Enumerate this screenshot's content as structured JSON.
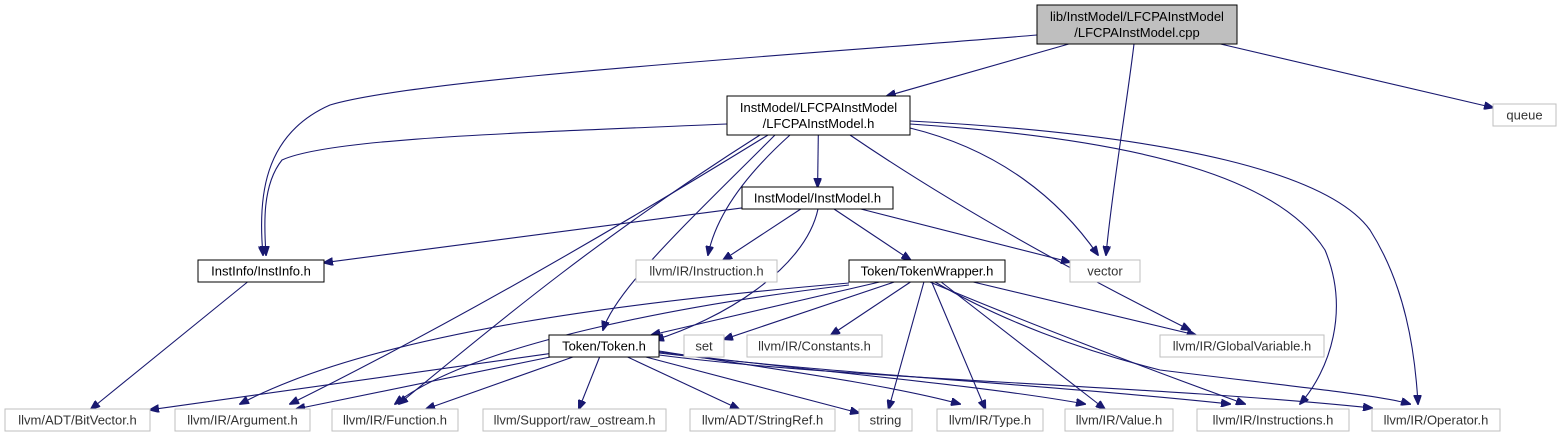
{
  "graph": {
    "edge_color": "#191970",
    "nodes": [
      {
        "id": "lfcpa_cpp",
        "kind": "main",
        "lines": [
          "lib/InstModel/LFCPAInstModel",
          "/LFCPAInstModel.cpp"
        ]
      },
      {
        "id": "lfcpa_h",
        "kind": "proj",
        "lines": [
          "InstModel/LFCPAInstModel",
          "/LFCPAInstModel.h"
        ]
      },
      {
        "id": "queue",
        "kind": "ext",
        "lines": [
          "queue"
        ]
      },
      {
        "id": "instmodel_h",
        "kind": "proj",
        "lines": [
          "InstModel/InstModel.h"
        ]
      },
      {
        "id": "instinfo_h",
        "kind": "proj",
        "lines": [
          "InstInfo/InstInfo.h"
        ]
      },
      {
        "id": "instruction_h",
        "kind": "ext",
        "lines": [
          "llvm/IR/Instruction.h"
        ]
      },
      {
        "id": "tokenwrapper_h",
        "kind": "proj",
        "lines": [
          "Token/TokenWrapper.h"
        ]
      },
      {
        "id": "vector",
        "kind": "ext",
        "lines": [
          "vector"
        ]
      },
      {
        "id": "token_h",
        "kind": "proj",
        "lines": [
          "Token/Token.h"
        ]
      },
      {
        "id": "set",
        "kind": "ext",
        "lines": [
          "set"
        ]
      },
      {
        "id": "constants_h",
        "kind": "ext",
        "lines": [
          "llvm/IR/Constants.h"
        ]
      },
      {
        "id": "globalvariable_h",
        "kind": "ext",
        "lines": [
          "llvm/IR/GlobalVariable.h"
        ]
      },
      {
        "id": "bitvector_h",
        "kind": "ext",
        "lines": [
          "llvm/ADT/BitVector.h"
        ]
      },
      {
        "id": "argument_h",
        "kind": "ext",
        "lines": [
          "llvm/IR/Argument.h"
        ]
      },
      {
        "id": "function_h",
        "kind": "ext",
        "lines": [
          "llvm/IR/Function.h"
        ]
      },
      {
        "id": "raw_ostream_h",
        "kind": "ext",
        "lines": [
          "llvm/Support/raw_ostream.h"
        ]
      },
      {
        "id": "stringref_h",
        "kind": "ext",
        "lines": [
          "llvm/ADT/StringRef.h"
        ]
      },
      {
        "id": "string",
        "kind": "ext",
        "lines": [
          "string"
        ]
      },
      {
        "id": "type_h",
        "kind": "ext",
        "lines": [
          "llvm/IR/Type.h"
        ]
      },
      {
        "id": "value_h",
        "kind": "ext",
        "lines": [
          "llvm/IR/Value.h"
        ]
      },
      {
        "id": "instructions_h",
        "kind": "ext",
        "lines": [
          "llvm/IR/Instructions.h"
        ]
      },
      {
        "id": "operator_h",
        "kind": "ext",
        "lines": [
          "llvm/IR/Operator.h"
        ]
      }
    ],
    "edges": [
      [
        "lfcpa_cpp",
        "instinfo_h"
      ],
      [
        "lfcpa_cpp",
        "lfcpa_h"
      ],
      [
        "lfcpa_cpp",
        "vector"
      ],
      [
        "lfcpa_cpp",
        "queue"
      ],
      [
        "lfcpa_h",
        "instinfo_h"
      ],
      [
        "lfcpa_h",
        "instmodel_h"
      ],
      [
        "lfcpa_h",
        "instruction_h"
      ],
      [
        "lfcpa_h",
        "argument_h"
      ],
      [
        "lfcpa_h",
        "function_h"
      ],
      [
        "lfcpa_h",
        "token_h"
      ],
      [
        "lfcpa_h",
        "vector"
      ],
      [
        "lfcpa_h",
        "globalvariable_h"
      ],
      [
        "lfcpa_h",
        "instructions_h"
      ],
      [
        "lfcpa_h",
        "operator_h"
      ],
      [
        "instmodel_h",
        "instinfo_h"
      ],
      [
        "instmodel_h",
        "instruction_h"
      ],
      [
        "instmodel_h",
        "tokenwrapper_h"
      ],
      [
        "instmodel_h",
        "vector"
      ],
      [
        "instmodel_h",
        "token_h"
      ],
      [
        "instinfo_h",
        "bitvector_h"
      ],
      [
        "tokenwrapper_h",
        "token_h"
      ],
      [
        "tokenwrapper_h",
        "set"
      ],
      [
        "tokenwrapper_h",
        "constants_h"
      ],
      [
        "tokenwrapper_h",
        "globalvariable_h"
      ],
      [
        "tokenwrapper_h",
        "argument_h"
      ],
      [
        "tokenwrapper_h",
        "function_h"
      ],
      [
        "tokenwrapper_h",
        "string"
      ],
      [
        "tokenwrapper_h",
        "type_h"
      ],
      [
        "tokenwrapper_h",
        "value_h"
      ],
      [
        "tokenwrapper_h",
        "instructions_h"
      ],
      [
        "tokenwrapper_h",
        "operator_h"
      ],
      [
        "token_h",
        "bitvector_h"
      ],
      [
        "token_h",
        "argument_h"
      ],
      [
        "token_h",
        "function_h"
      ],
      [
        "token_h",
        "raw_ostream_h"
      ],
      [
        "token_h",
        "stringref_h"
      ],
      [
        "token_h",
        "string"
      ],
      [
        "token_h",
        "type_h"
      ],
      [
        "token_h",
        "value_h"
      ],
      [
        "token_h",
        "instructions_h"
      ],
      [
        "token_h",
        "operator_h"
      ]
    ]
  }
}
